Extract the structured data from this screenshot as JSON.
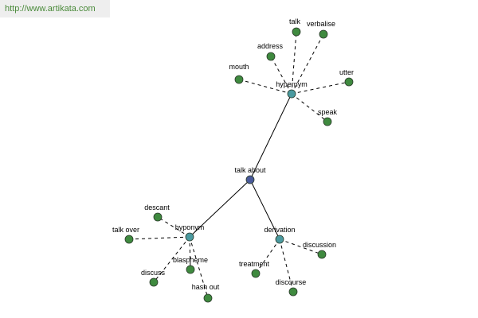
{
  "banner": {
    "url": "http://www.artikata.com"
  },
  "colors": {
    "center_node": "#4a5a9a",
    "relation_node": "#4a9aa0",
    "term_node": "#3f8a3f",
    "node_stroke": "#2a3a2a",
    "banner_text": "#4a8a3a"
  },
  "graph": {
    "center": {
      "id": "talk-about",
      "label": "talk about",
      "kind": "center"
    },
    "relations": [
      {
        "id": "hypernym",
        "label": "hypernym",
        "kind": "relation",
        "terms": [
          {
            "id": "talk",
            "label": "talk"
          },
          {
            "id": "address",
            "label": "address"
          },
          {
            "id": "verbalise",
            "label": "verbalise"
          },
          {
            "id": "mouth",
            "label": "mouth"
          },
          {
            "id": "utter",
            "label": "utter"
          },
          {
            "id": "speak",
            "label": "speak"
          }
        ]
      },
      {
        "id": "hyponym",
        "label": "hyponym",
        "kind": "relation",
        "terms": [
          {
            "id": "descant",
            "label": "descant"
          },
          {
            "id": "talk-over",
            "label": "talk over"
          },
          {
            "id": "blaspheme",
            "label": "blaspheme"
          },
          {
            "id": "discuss",
            "label": "discuss"
          },
          {
            "id": "hash-out",
            "label": "hash out"
          }
        ]
      },
      {
        "id": "derivation",
        "label": "derivation",
        "kind": "relation",
        "terms": [
          {
            "id": "discussion",
            "label": "discussion"
          },
          {
            "id": "treatment",
            "label": "treatment"
          },
          {
            "id": "discourse",
            "label": "discourse"
          }
        ]
      }
    ]
  }
}
